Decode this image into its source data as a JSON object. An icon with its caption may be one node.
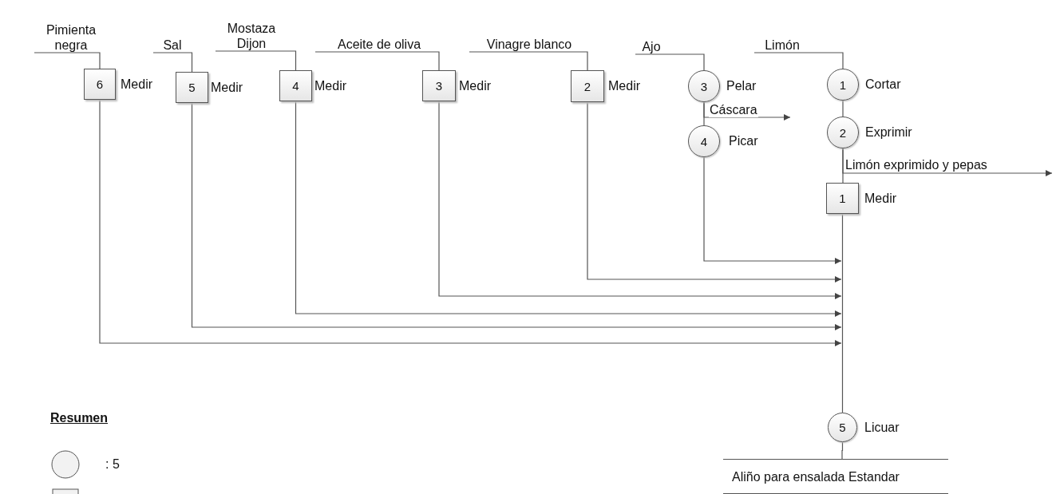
{
  "diagram": {
    "nodes": [
      {
        "text": [
          "Pimienta negra"
        ]
      },
      {
        "text": [
          "Sal"
        ]
      },
      {
        "text": [
          "Mostaza Dijon"
        ]
      },
      {
        "text": [
          "Aceite de oliva"
        ]
      },
      {
        "text": [
          "Vinagre blanco"
        ]
      },
      {
        "text": [
          "Ajo"
        ]
      },
      {
        "text": [
          "Limón"
        ]
      },
      {
        "text": [
          "6"
        ],
        "beside": [
          "Medir"
        ]
      },
      {
        "text": [
          "5"
        ],
        "beside": [
          "Medir"
        ]
      },
      {
        "text": [
          "4"
        ],
        "beside": [
          "Medir"
        ]
      },
      {
        "text": [
          "3"
        ],
        "beside": [
          "Medir"
        ]
      },
      {
        "text": [
          "2"
        ],
        "beside": [
          "Medir"
        ]
      },
      {
        "text": [
          "3"
        ],
        "beside": [
          "Pelar"
        ]
      },
      {
        "text": [
          "4"
        ],
        "beside": [
          "Picar"
        ]
      },
      {
        "text": [
          "1"
        ],
        "beside": [
          "Cortar"
        ]
      },
      {
        "text": [
          "2"
        ],
        "beside": [
          "Exprimir"
        ]
      },
      {
        "text": [
          "1"
        ],
        "beside": [
          "Medir"
        ]
      },
      {
        "text": [
          "5"
        ],
        "beside": [
          "Licuar"
        ]
      },
      {
        "text": [
          "Aliño para ensalada Estandar"
        ]
      }
    ],
    "edges": [
      {
        "from": 0,
        "to": 7,
        "arrow": "none"
      },
      {
        "from": 1,
        "to": 8,
        "arrow": "none"
      },
      {
        "from": 2,
        "to": 9,
        "arrow": "none"
      },
      {
        "from": 3,
        "to": 10,
        "arrow": "none"
      },
      {
        "from": 4,
        "to": 11,
        "arrow": "none"
      },
      {
        "from": 5,
        "to": 12,
        "arrow": "none"
      },
      {
        "from": 12,
        "to": 13,
        "arrow": "none"
      },
      {
        "from": 12,
        "to": null,
        "arrow": "to",
        "label": "Cáscara"
      },
      {
        "from": 6,
        "to": 14,
        "arrow": "none"
      },
      {
        "from": 14,
        "to": 15,
        "arrow": "none"
      },
      {
        "from": 15,
        "to": null,
        "arrow": "to",
        "label": "Limón exprimido y pepas"
      },
      {
        "from": 15,
        "to": 16,
        "arrow": "none"
      },
      {
        "from": 16,
        "to": 17,
        "arrow": "none"
      },
      {
        "from": 13,
        "to": null,
        "arrow": "to"
      },
      {
        "from": 11,
        "to": null,
        "arrow": "to"
      },
      {
        "from": 10,
        "to": null,
        "arrow": "to"
      },
      {
        "from": 9,
        "to": null,
        "arrow": "to"
      },
      {
        "from": 8,
        "to": null,
        "arrow": "to"
      },
      {
        "from": 7,
        "to": null,
        "arrow": "to"
      },
      {
        "from": 17,
        "to": 18,
        "arrow": "none"
      }
    ],
    "labels": [
      "Resumen",
      ": 5"
    ]
  }
}
